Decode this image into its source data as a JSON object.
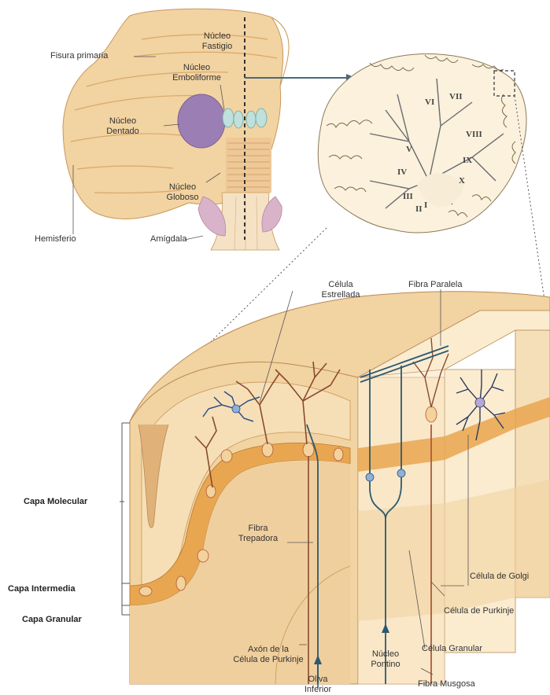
{
  "labels": {
    "nucleo_fastigio": [
      "Núcleo",
      "Fastigio"
    ],
    "fisura_primaria": "Fisura primaria",
    "nucleo_emboliforme": [
      "Núcleo",
      "Emboliforme"
    ],
    "nucleo_dentado": [
      "Núcleo",
      "Dentado"
    ],
    "nucleo_globoso": [
      "Núcleo",
      "Globoso"
    ],
    "hemisferio": "Hemisferio",
    "amigdala": "Amígdala",
    "celula_estrellada": [
      "Célula",
      "Estrellada"
    ],
    "fibra_paralela": "Fibra Paralela",
    "capa_molecular": "Capa Molecular",
    "fibra_trepadora": [
      "Fibra",
      "Trepadora"
    ],
    "celula_golgi": "Célula de Golgi",
    "capa_intermedia": "Capa Intermedia",
    "capa_granular": "Capa Granular",
    "celula_purkinje": "Célula de Purkinje",
    "axon_purkinje": [
      "Axón de la",
      "Célula de Purkinje"
    ],
    "nucleo_pontino": [
      "Núcleo",
      "Pontino"
    ],
    "celula_granular": "Célula Granular",
    "oliva_inferior": [
      "Oliva",
      "Inferior"
    ],
    "fibra_musgosa": "Fibra Musgosa"
  },
  "lobules": [
    "I",
    "II",
    "III",
    "IV",
    "V",
    "VI",
    "VII",
    "VIII",
    "IX",
    "X"
  ],
  "colors": {
    "tissue": "#f2d3a2",
    "tissue_light": "#fbecd0",
    "tissue_dark": "#d9a868",
    "orange_band": "#e9a650",
    "dentate": "#9b7fb4",
    "purkinje": "#b0573a",
    "fiber_blue": "#2c5970",
    "stellate": "#2f4f8a",
    "line": "#555555"
  }
}
